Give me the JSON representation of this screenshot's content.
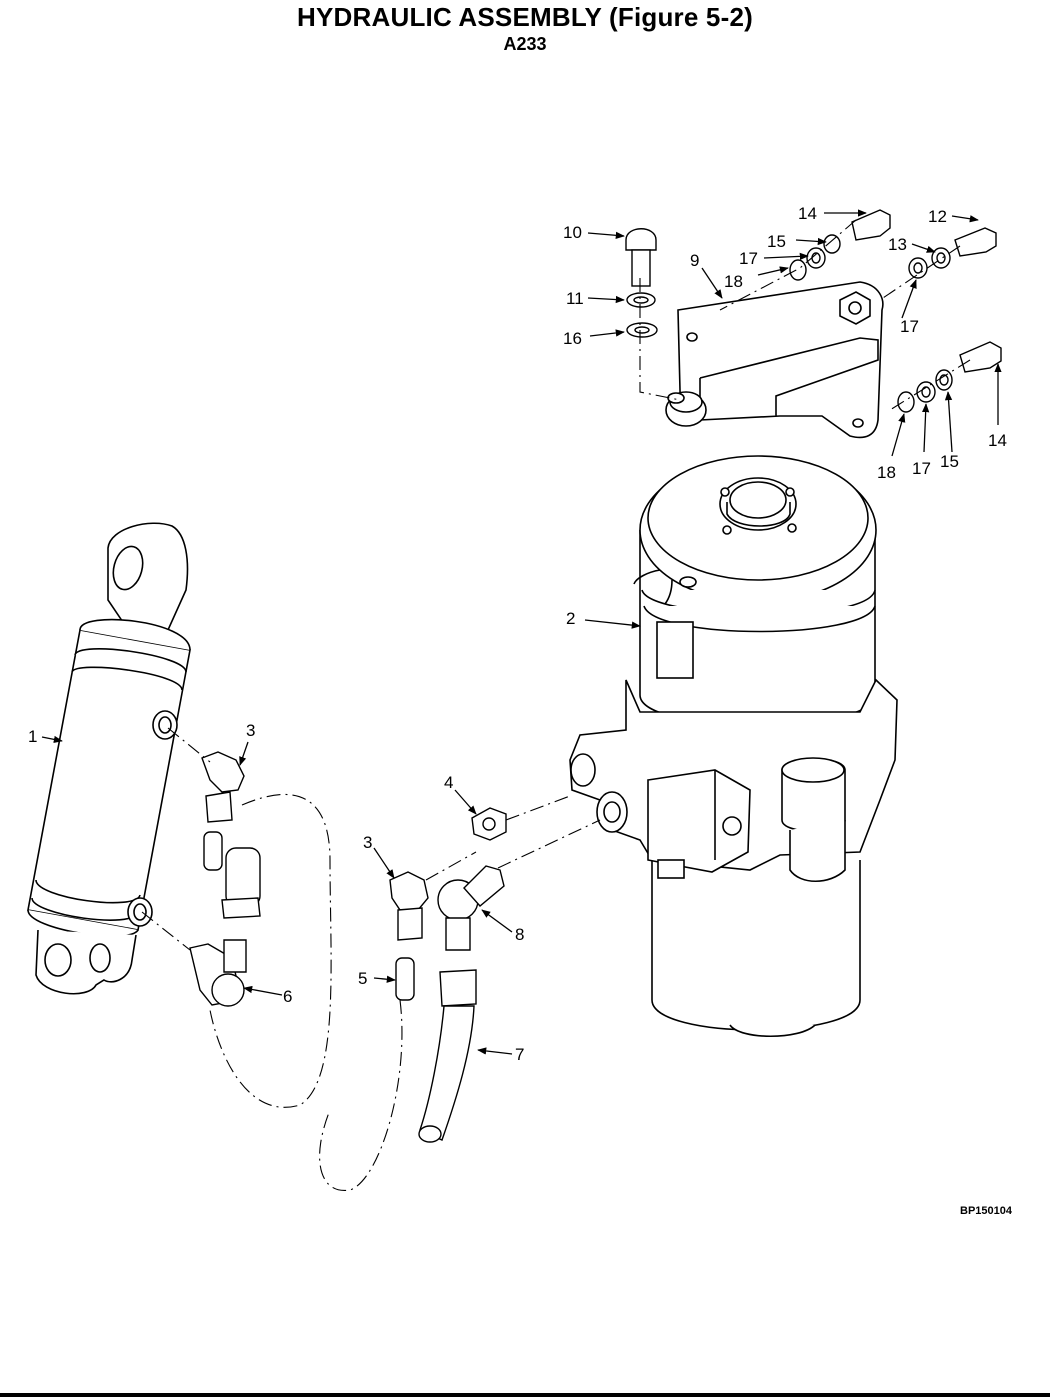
{
  "header": {
    "title": "HYDRAULIC ASSEMBLY (Figure 5-2)",
    "subtitle": "A233"
  },
  "figure_code": "BP150104",
  "callouts": [
    {
      "id": "c1",
      "text": "1"
    },
    {
      "id": "c2",
      "text": "2"
    },
    {
      "id": "c3a",
      "text": "3"
    },
    {
      "id": "c3b",
      "text": "3"
    },
    {
      "id": "c4",
      "text": "4"
    },
    {
      "id": "c5",
      "text": "5"
    },
    {
      "id": "c6",
      "text": "6"
    },
    {
      "id": "c7",
      "text": "7"
    },
    {
      "id": "c8",
      "text": "8"
    },
    {
      "id": "c9",
      "text": "9"
    },
    {
      "id": "c10",
      "text": "10"
    },
    {
      "id": "c11",
      "text": "11"
    },
    {
      "id": "c12",
      "text": "12"
    },
    {
      "id": "c13",
      "text": "13"
    },
    {
      "id": "c14a",
      "text": "14"
    },
    {
      "id": "c14b",
      "text": "14"
    },
    {
      "id": "c15a",
      "text": "15"
    },
    {
      "id": "c15b",
      "text": "15"
    },
    {
      "id": "c16",
      "text": "16"
    },
    {
      "id": "c17a",
      "text": "17"
    },
    {
      "id": "c17b",
      "text": "17"
    },
    {
      "id": "c17c",
      "text": "17"
    },
    {
      "id": "c18a",
      "text": "18"
    },
    {
      "id": "c18b",
      "text": "18"
    }
  ]
}
